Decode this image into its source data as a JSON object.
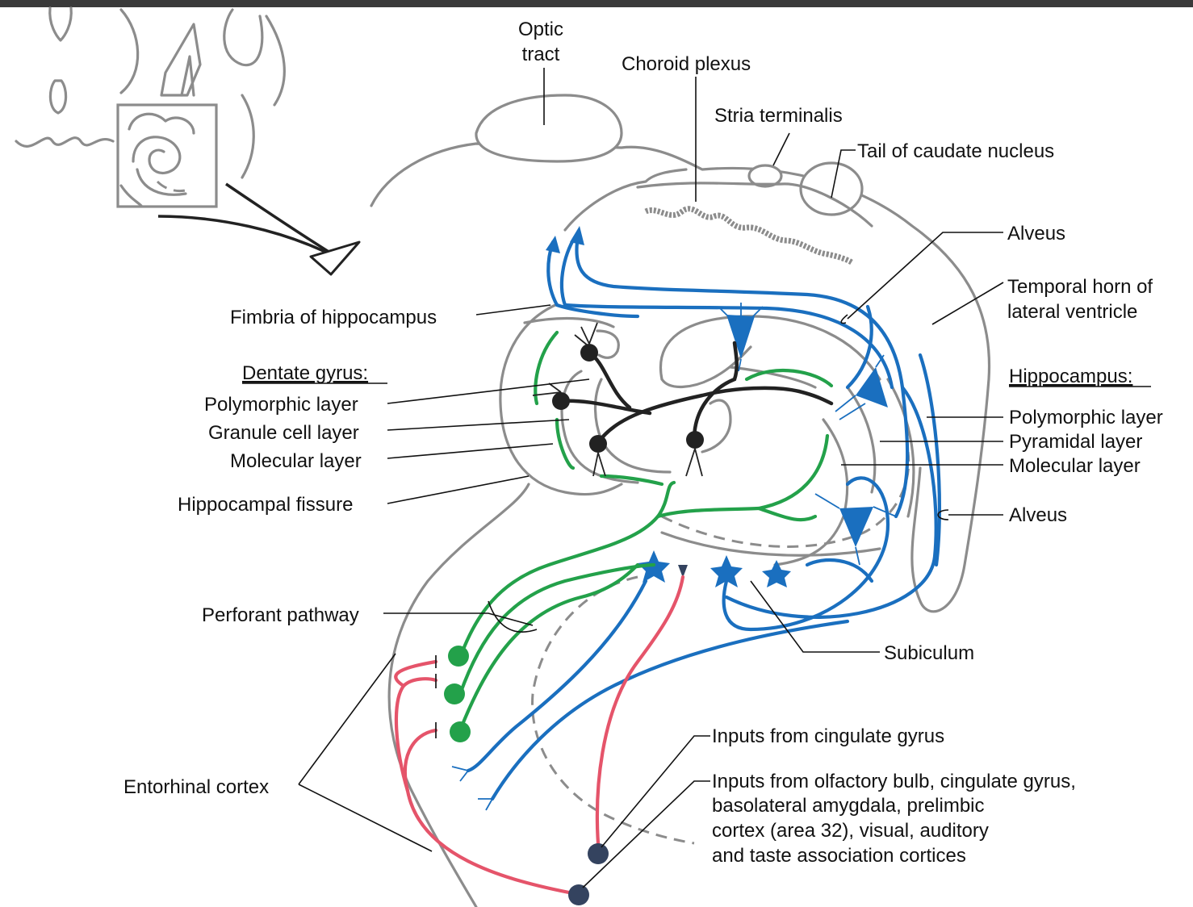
{
  "labels": {
    "optic_tract_1": "Optic",
    "optic_tract_2": "tract",
    "choroid_plexus": "Choroid plexus",
    "stria_terminalis": "Stria terminalis",
    "tail_caudate": "Tail of caudate nucleus",
    "alveus_top": "Alveus",
    "temporal_horn_1": "Temporal horn of",
    "temporal_horn_2": "lateral ventricle",
    "fimbria": "Fimbria of hippocampus",
    "dentate_gyrus": "Dentate gyrus:",
    "dg_polymorphic": "Polymorphic layer",
    "dg_granule": "Granule cell layer",
    "dg_molecular": "Molecular layer",
    "hippocampal_fissure": "Hippocampal fissure",
    "hippocampus": "Hippocampus:",
    "hc_polymorphic": "Polymorphic layer",
    "hc_pyramidal": "Pyramidal layer",
    "hc_molecular": "Molecular layer",
    "alveus_bottom": "Alveus",
    "perforant_pathway": "Perforant pathway",
    "subiculum": "Subiculum",
    "entorhinal_cortex": "Entorhinal cortex",
    "inputs_cingulate": "Inputs from cingulate gyrus",
    "inputs_multi_1": "Inputs from olfactory bulb, cingulate gyrus,",
    "inputs_multi_2": "basolateral amygdala, prelimbic",
    "inputs_multi_3": "cortex (area 32), visual, auditory",
    "inputs_multi_4": "and taste association cortices"
  },
  "colors": {
    "outline": "#8c8c8c",
    "blue_pathway": "#1a6fbf",
    "green_pathway": "#23a14a",
    "red_pathway": "#e5546a",
    "black_neurons": "#222222",
    "input_neurons": "#34435f"
  }
}
